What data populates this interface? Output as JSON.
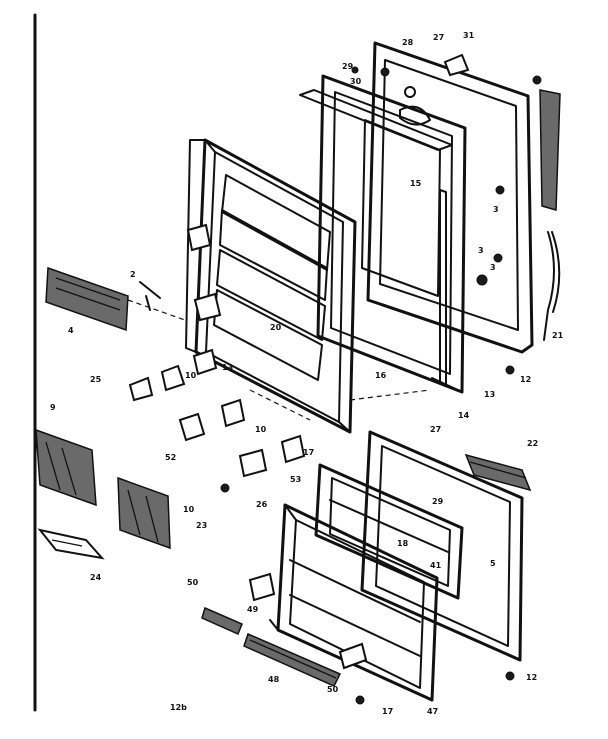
{
  "labels": {
    "l27a": "27",
    "l31": "31",
    "l28": "28",
    "l29a": "29",
    "l30": "30",
    "l15": "15",
    "l3a": "3",
    "l3b": "3",
    "l3c": "3",
    "l21": "21",
    "l12a": "12",
    "l2": "2",
    "l4": "4",
    "l20": "20",
    "l25": "25",
    "l10a": "10",
    "l13a": "13",
    "l16": "16",
    "l13b": "13",
    "l14": "14",
    "l10b": "10",
    "l17a": "17",
    "l52": "52",
    "l53": "53",
    "l26": "26",
    "l9": "9",
    "l10c": "10",
    "l23": "23",
    "l24": "24",
    "l27b": "27",
    "l22": "22",
    "l29b": "29",
    "l18": "18",
    "l41": "41",
    "l5": "5",
    "l50a": "50",
    "l49": "49",
    "l48": "48",
    "l50b": "50",
    "l12b": "12",
    "l17b": "17",
    "l47": "47",
    "ref": "12b"
  }
}
